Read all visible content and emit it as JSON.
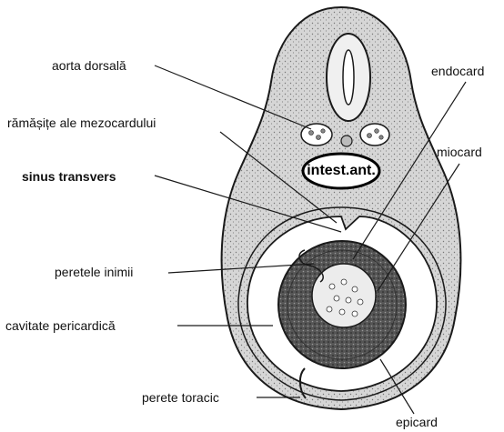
{
  "labels": {
    "aorta": "aorta dorsală",
    "mezocard": "rămășițe ale mezocardului",
    "sinus": "sinus transvers",
    "perete_inima": "peretele inimii",
    "cavitate": "cavitate pericardică",
    "perete_toracic": "perete toracic",
    "endocard": "endocard",
    "miocard": "miocard",
    "epicard": "epicard",
    "intestin": "intest.ant."
  },
  "colors": {
    "ink": "#1a1a1a",
    "tissue": "#cfcfcf",
    "myocardium": "#5a5a5a",
    "lumen": "#e6e6e6",
    "cavity": "#ffffff"
  }
}
